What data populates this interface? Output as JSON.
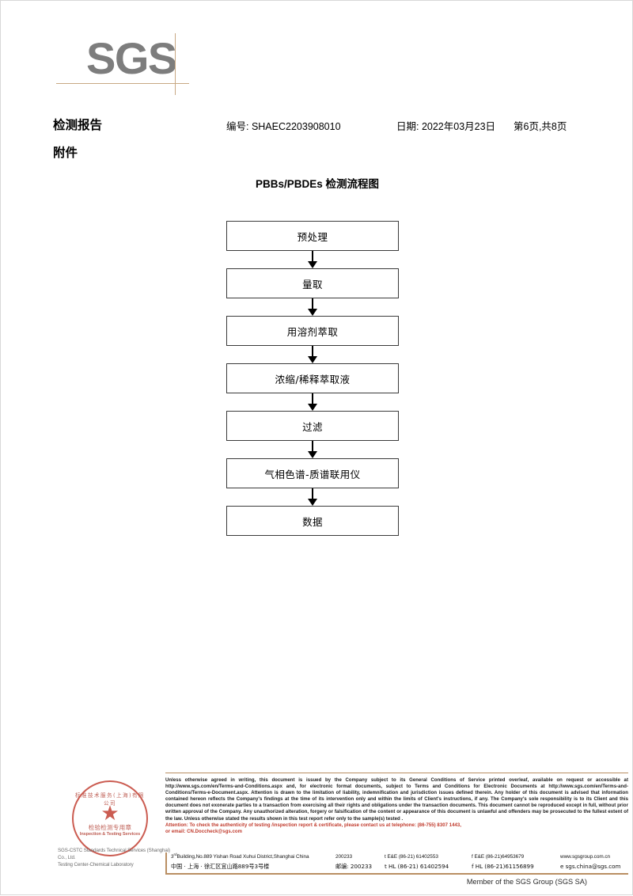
{
  "brand": {
    "logo_text": "SGS",
    "accent_color": "#c8a884",
    "logo_color": "#7d7d7d"
  },
  "header": {
    "title": "检测报告",
    "subtitle": "附件",
    "report_no": "编号: SHAEC2203908010",
    "date": "日期: 2022年03月23日",
    "page_info": "第6页,共8页"
  },
  "flowchart": {
    "title": "PBBs/PBDEs 检测流程图",
    "steps": [
      {
        "label": "预处理"
      },
      {
        "label": "量取"
      },
      {
        "label": "用溶剂萃取"
      },
      {
        "label": "浓缩/稀释萃取液"
      },
      {
        "label": "过滤"
      },
      {
        "label": "气相色谱-质谱联用仪"
      },
      {
        "label": "数据"
      }
    ]
  },
  "seal": {
    "arc_text": "标准技术服务(上海)有限公司",
    "star": "★",
    "cn_text": "检验检测专用章",
    "en_text": "Inspection & Testing Services",
    "company_line1": "SGS-CSTC Standards Technical Services (Shanghai) Co., Ltd.",
    "company_line2": "Testing Center-Chemical Laboratory",
    "color": "#c0392b"
  },
  "footer": {
    "legal_paragraph": "Unless otherwise agreed in writing, this document is issued by the Company subject to its General Conditions of Service printed overleaf, available on request or accessible at http://www.sgs.com/en/Terms-and-Conditions.aspx and, for electronic format documents, subject to Terms and Conditions for Electronic Documents at http://www.sgs.com/en/Terms-and-Conditions/Terms-e-Document.aspx. Attention is drawn to the limitation of liability, indemnification and jurisdiction issues defined therein. Any holder of this document is advised that information contained hereon reflects the Company's findings at the time of its intervention only and within the limits of Client's instructions, if any. The Company's sole responsibility is to its Client and this document does not exonerate parties to a transaction from exercising all their rights and obligations under the transaction documents. This document cannot be reproduced except in full, without prior written approval of the Company. Any unauthorized alteration, forgery or falsification of the content or appearance of this document is unlawful and offenders may be prosecuted to the fullest extent of the law. Unless otherwise stated the results shown in this test report refer only to the sample(s) tested .",
    "attention_line1": "Attention: To check the authenticity of testing /inspection report & certificate, please contact us at telephone: (86-755) 8307 1443,",
    "attention_line2": "or email: CN.Doccheck@sgs.com",
    "attention_color": "#c0392b",
    "address": {
      "en_street": "Building,No.889 Yishan Road Xuhui District,Shanghai China",
      "en_street_prefix": "3",
      "en_street_sup": "rd",
      "en_zip": "200233",
      "en_tel": "t E&E (86-21) 61402553",
      "en_fax": "f E&E (86-21)64953679",
      "en_web": "www.sgsgroup.com.cn",
      "cn_street": "中国 · 上海 · 徐汇区宜山路889号3号楼",
      "cn_zip": "邮编: 200233",
      "cn_tel": "t HL (86-21) 61402594",
      "cn_fax": "f HL (86-21)61156899",
      "cn_email": "e  sgs.china@sgs.com"
    },
    "member_line": "Member of the SGS Group (SGS SA)"
  }
}
